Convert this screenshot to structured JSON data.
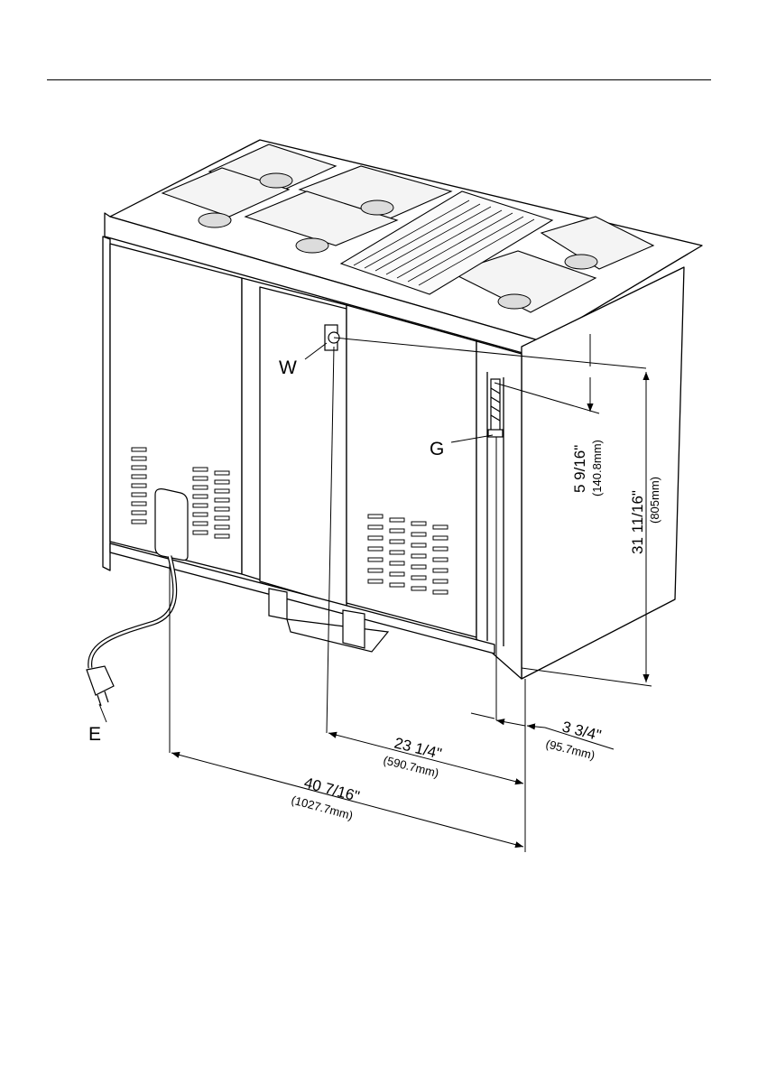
{
  "callouts": {
    "water_label": "W",
    "gas_label": "G",
    "electric_label": "E"
  },
  "dimensions": {
    "height_from_top": {
      "imperial": "5 9/16\"",
      "metric": "(140.8mm)"
    },
    "overall_height": {
      "imperial": "31 11/16\"",
      "metric": "(805mm)"
    },
    "gas_offset": {
      "imperial": "3 3/4\"",
      "metric": "(95.7mm)"
    },
    "water_offset": {
      "imperial": "23 1/4\"",
      "metric": "(590.7mm)"
    },
    "electric_offset": {
      "imperial": "40 7/16\"",
      "metric": "(1027.7mm)"
    }
  }
}
